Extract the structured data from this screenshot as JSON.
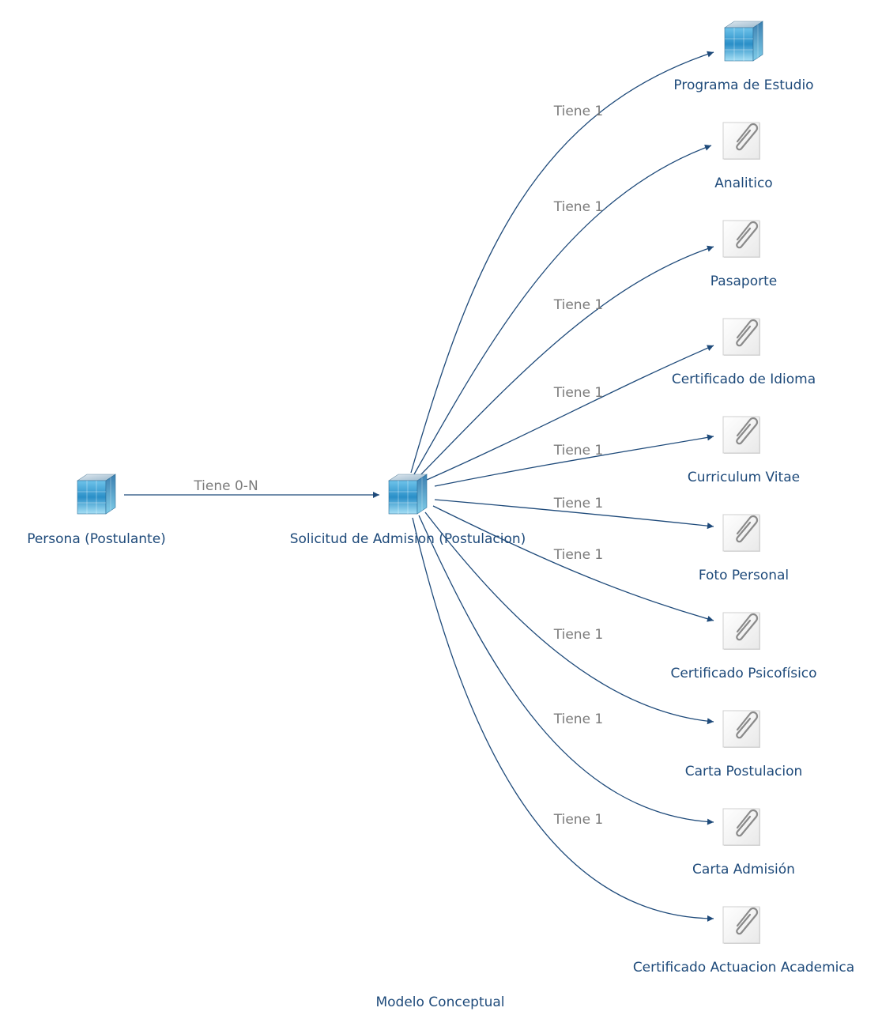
{
  "caption": "Modelo Conceptual",
  "colors": {
    "node_text": "#1e4a7a",
    "edge_line": "#1e4a7a",
    "edge_text": "#7b7b7b"
  },
  "nodes": [
    {
      "id": "persona",
      "label": "Persona (Postulante)",
      "icon": "cube-icon"
    },
    {
      "id": "solicitud",
      "label": "Solicitud de Admision (Postulacion)",
      "icon": "cube-icon"
    },
    {
      "id": "programa",
      "label": "Programa de Estudio",
      "icon": "cube-icon"
    },
    {
      "id": "analitico",
      "label": "Analitico",
      "icon": "attachment-icon"
    },
    {
      "id": "pasaporte",
      "label": "Pasaporte",
      "icon": "attachment-icon"
    },
    {
      "id": "idioma",
      "label": "Certificado de Idioma",
      "icon": "attachment-icon"
    },
    {
      "id": "cv",
      "label": "Curriculum Vitae",
      "icon": "attachment-icon"
    },
    {
      "id": "foto",
      "label": "Foto Personal",
      "icon": "attachment-icon"
    },
    {
      "id": "psicofisico",
      "label": "Certificado Psicofísico",
      "icon": "attachment-icon"
    },
    {
      "id": "carta_post",
      "label": "Carta Postulacion",
      "icon": "attachment-icon"
    },
    {
      "id": "carta_adm",
      "label": "Carta Admisión",
      "icon": "attachment-icon"
    },
    {
      "id": "actuacion",
      "label": "Certificado Actuacion Academica",
      "icon": "attachment-icon"
    }
  ],
  "edges": [
    {
      "from": "persona",
      "to": "solicitud",
      "label": "Tiene 0-N"
    },
    {
      "from": "solicitud",
      "to": "programa",
      "label": "Tiene 1"
    },
    {
      "from": "solicitud",
      "to": "analitico",
      "label": "Tiene 1"
    },
    {
      "from": "solicitud",
      "to": "pasaporte",
      "label": "Tiene 1"
    },
    {
      "from": "solicitud",
      "to": "idioma",
      "label": "Tiene 1"
    },
    {
      "from": "solicitud",
      "to": "cv",
      "label": "Tiene 1"
    },
    {
      "from": "solicitud",
      "to": "foto",
      "label": "Tiene 1"
    },
    {
      "from": "solicitud",
      "to": "psicofisico",
      "label": "Tiene 1"
    },
    {
      "from": "solicitud",
      "to": "carta_post",
      "label": "Tiene 1"
    },
    {
      "from": "solicitud",
      "to": "carta_adm",
      "label": "Tiene 1"
    },
    {
      "from": "solicitud",
      "to": "actuacion",
      "label": "Tiene 1"
    }
  ]
}
